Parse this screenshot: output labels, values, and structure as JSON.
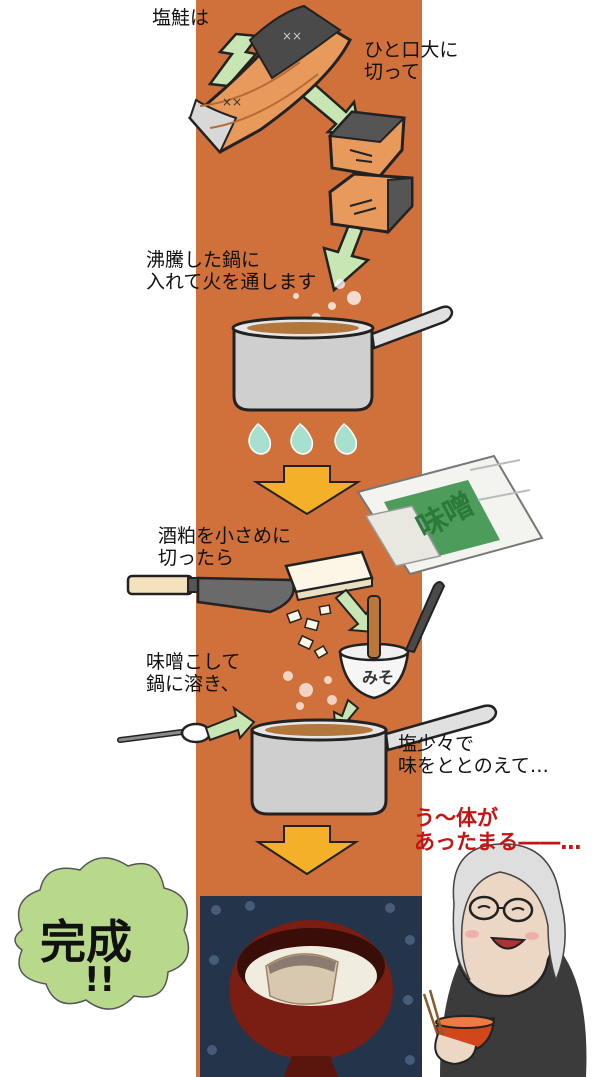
{
  "steps": [
    {
      "id": "salmon",
      "text_lines": [
        "塩鮭は"
      ]
    },
    {
      "id": "cut",
      "text_lines": [
        "ひと口大に",
        "切って"
      ]
    },
    {
      "id": "boil",
      "text_lines": [
        "沸騰した鍋に",
        "入れて火を通します"
      ]
    },
    {
      "id": "sakekasu",
      "text_lines": [
        "酒粕を小さめに",
        "切ったら"
      ]
    },
    {
      "id": "miso",
      "text_lines": [
        "味噌こして",
        "鍋に溶き、"
      ]
    },
    {
      "id": "salt",
      "text_lines": [
        "塩少々で",
        "味をととのえて…"
      ]
    }
  ],
  "speech": {
    "lines": [
      "う～体が",
      "あったまる――…"
    ]
  },
  "finish": {
    "title": "完成",
    "exclaim": "!!"
  },
  "package_label": "味噌",
  "strainer_label": "みそ",
  "colors": {
    "strip": "#d0703a",
    "arrow_green": "#c8e6b4",
    "arrow_yellow": "#f4b028",
    "cloud": "#b8d98c"
  }
}
